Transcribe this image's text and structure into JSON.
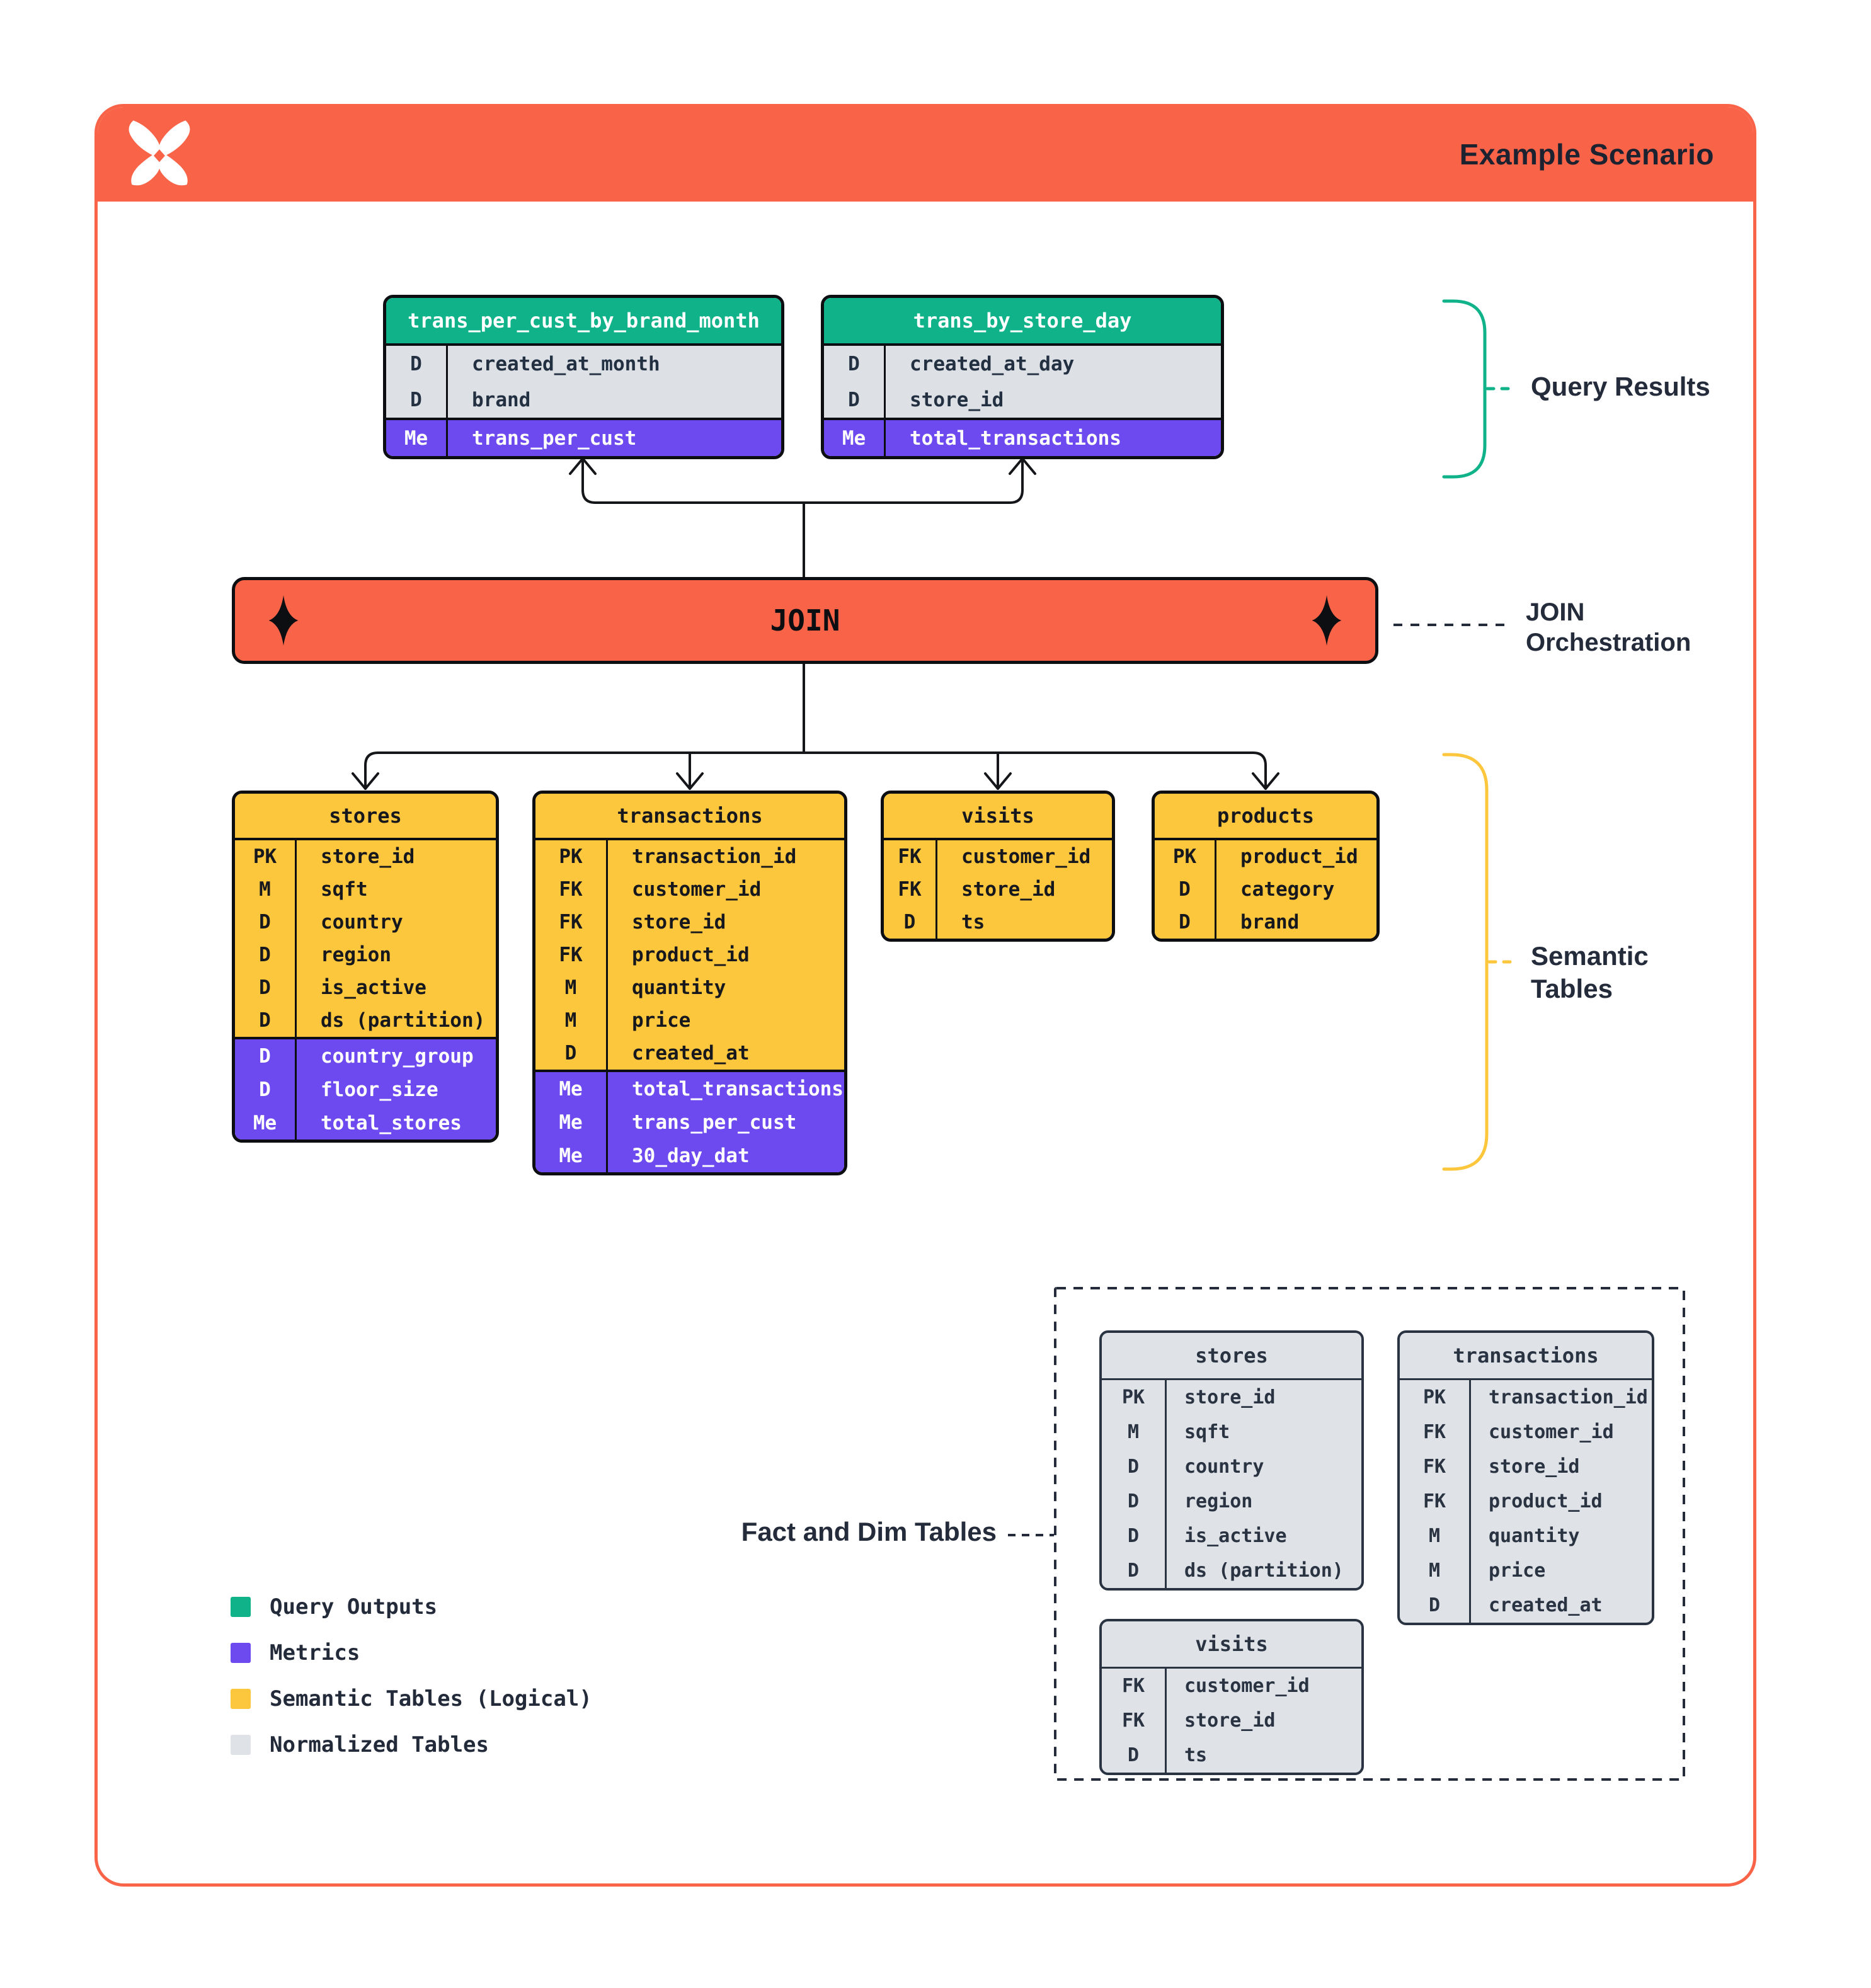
{
  "page": {
    "title": "Example Scenario"
  },
  "join": {
    "label": "JOIN"
  },
  "annotations": {
    "query_results": "Query Results",
    "join_orchestration_line1": "JOIN",
    "join_orchestration_line2": "Orchestration",
    "semantic_line1": "Semantic",
    "semantic_line2": "Tables",
    "fact_dim": "Fact and Dim Tables"
  },
  "query_tables": [
    {
      "name": "trans_per_cust_by_brand_month",
      "dims": [
        {
          "key": "D",
          "field": "created_at_month"
        },
        {
          "key": "D",
          "field": "brand"
        }
      ],
      "metrics": [
        {
          "key": "Me",
          "field": "trans_per_cust"
        }
      ]
    },
    {
      "name": "trans_by_store_day",
      "dims": [
        {
          "key": "D",
          "field": "created_at_day"
        },
        {
          "key": "D",
          "field": "store_id"
        }
      ],
      "metrics": [
        {
          "key": "Me",
          "field": "total_transactions"
        }
      ]
    }
  ],
  "semantic_tables": [
    {
      "name": "stores",
      "plain": [
        {
          "key": "PK",
          "field": "store_id"
        },
        {
          "key": "M",
          "field": "sqft"
        },
        {
          "key": "D",
          "field": "country"
        },
        {
          "key": "D",
          "field": "region"
        },
        {
          "key": "D",
          "field": "is_active"
        },
        {
          "key": "D",
          "field": "ds (partition)"
        }
      ],
      "metrics": [
        {
          "key": "D",
          "field": "country_group"
        },
        {
          "key": "D",
          "field": "floor_size"
        },
        {
          "key": "Me",
          "field": "total_stores"
        }
      ]
    },
    {
      "name": "transactions",
      "plain": [
        {
          "key": "PK",
          "field": "transaction_id"
        },
        {
          "key": "FK",
          "field": "customer_id"
        },
        {
          "key": "FK",
          "field": "store_id"
        },
        {
          "key": "FK",
          "field": "product_id"
        },
        {
          "key": "M",
          "field": "quantity"
        },
        {
          "key": "M",
          "field": "price"
        },
        {
          "key": "D",
          "field": "created_at"
        }
      ],
      "metrics": [
        {
          "key": "Me",
          "field": "total_transactions"
        },
        {
          "key": "Me",
          "field": "trans_per_cust"
        },
        {
          "key": "Me",
          "field": "30_day_dat"
        }
      ]
    },
    {
      "name": "visits",
      "plain": [
        {
          "key": "FK",
          "field": "customer_id"
        },
        {
          "key": "FK",
          "field": "store_id"
        },
        {
          "key": "D",
          "field": "ts"
        }
      ],
      "metrics": []
    },
    {
      "name": "products",
      "plain": [
        {
          "key": "PK",
          "field": "product_id"
        },
        {
          "key": "D",
          "field": "category"
        },
        {
          "key": "D",
          "field": "brand"
        }
      ],
      "metrics": []
    }
  ],
  "normalized_tables": [
    {
      "name": "stores",
      "rows": [
        {
          "key": "PK",
          "field": "store_id"
        },
        {
          "key": "M",
          "field": "sqft"
        },
        {
          "key": "D",
          "field": "country"
        },
        {
          "key": "D",
          "field": "region"
        },
        {
          "key": "D",
          "field": "is_active"
        },
        {
          "key": "D",
          "field": "ds (partition)"
        }
      ]
    },
    {
      "name": "transactions",
      "rows": [
        {
          "key": "PK",
          "field": "transaction_id"
        },
        {
          "key": "FK",
          "field": "customer_id"
        },
        {
          "key": "FK",
          "field": "store_id"
        },
        {
          "key": "FK",
          "field": "product_id"
        },
        {
          "key": "M",
          "field": "quantity"
        },
        {
          "key": "M",
          "field": "price"
        },
        {
          "key": "D",
          "field": "created_at"
        }
      ]
    },
    {
      "name": "visits",
      "rows": [
        {
          "key": "FK",
          "field": "customer_id"
        },
        {
          "key": "FK",
          "field": "store_id"
        },
        {
          "key": "D",
          "field": "ts"
        }
      ]
    }
  ],
  "legend": [
    {
      "label": "Query Outputs",
      "color": "#10B389"
    },
    {
      "label": "Metrics",
      "color": "#6D4AEF"
    },
    {
      "label": "Semantic Tables (Logical)",
      "color": "#FCC63D"
    },
    {
      "label": "Normalized Tables",
      "color": "#DFE3E8"
    }
  ],
  "colors": {
    "accent_orange": "#F96449",
    "green": "#10B389",
    "purple": "#6D4AEF",
    "yellow": "#FCC63D",
    "table_gray": "#DDE1E6",
    "ink": "#0C0E12",
    "navy": "#242B3A"
  }
}
